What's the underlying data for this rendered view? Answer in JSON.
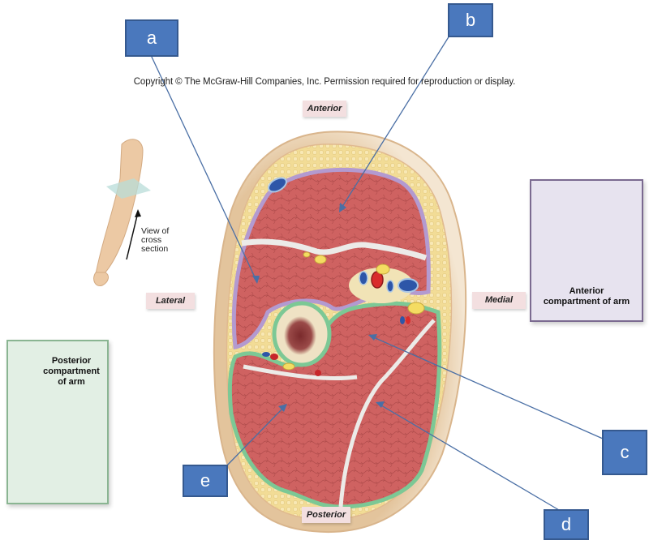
{
  "copyright": "Copyright © The McGraw-Hill Companies, Inc. Permission required for reproduction or display.",
  "orientation": {
    "anterior": "Anterior",
    "posterior": "Posterior",
    "lateral": "Lateral",
    "medial": "Medial"
  },
  "inset_view": {
    "caption_line1": "View of",
    "caption_line2": "cross",
    "caption_line3": "section"
  },
  "panels": {
    "anterior": {
      "line1": "Anterior",
      "line2": "compartment of arm"
    },
    "posterior": {
      "line1": "Posterior",
      "line2": "compartment",
      "line3": "of arm"
    }
  },
  "callouts": [
    {
      "id": "a",
      "label": "a"
    },
    {
      "id": "b",
      "label": "b"
    },
    {
      "id": "c",
      "label": "c"
    },
    {
      "id": "d",
      "label": "d"
    },
    {
      "id": "e",
      "label": "e"
    }
  ],
  "colors": {
    "callout_fill": "#4a78bd",
    "leader_line": "#4a6fa5",
    "muscle": "#cc5f5e",
    "anterior_fascia": "#b39ad0",
    "posterior_fascia": "#7cc895",
    "fat": "#f0dc9a",
    "skin": "#e8caa0"
  }
}
